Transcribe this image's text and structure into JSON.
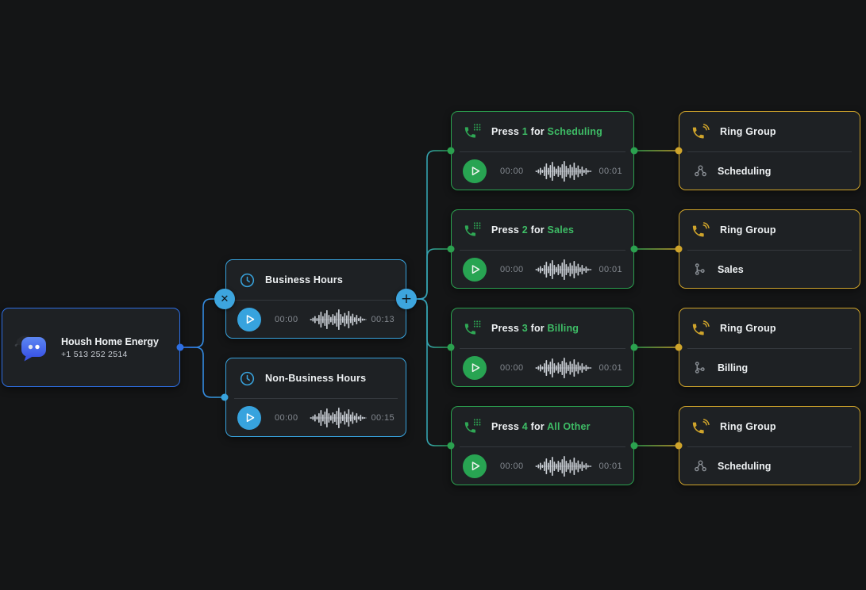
{
  "colors": {
    "royal_blue": "#2e6fe4",
    "sky_blue": "#38a3dd",
    "green": "#2ba14f",
    "green_text": "#3ebd66",
    "gold": "#cfa42b"
  },
  "company_node": {
    "title": "Housh Home Energy",
    "phone": "+1 513 252 2514"
  },
  "hours_nodes": [
    {
      "label": "Business Hours",
      "player": {
        "elapsed": "00:00",
        "duration": "00:13"
      }
    },
    {
      "label": "Non-Business Hours",
      "player": {
        "elapsed": "00:00",
        "duration": "00:15"
      }
    }
  ],
  "menu_nodes": [
    {
      "press": "Press",
      "key": "1",
      "for": "for",
      "target": "Scheduling",
      "player": {
        "elapsed": "00:00",
        "duration": "00:01"
      }
    },
    {
      "press": "Press",
      "key": "2",
      "for": "for",
      "target": "Sales",
      "player": {
        "elapsed": "00:00",
        "duration": "00:01"
      }
    },
    {
      "press": "Press",
      "key": "3",
      "for": "for",
      "target": "Billing",
      "player": {
        "elapsed": "00:00",
        "duration": "00:01"
      }
    },
    {
      "press": "Press",
      "key": "4",
      "for": "for",
      "target": "All Other",
      "player": {
        "elapsed": "00:00",
        "duration": "00:01"
      }
    }
  ],
  "ring_group_nodes": [
    {
      "title": "Ring Group",
      "target": "Scheduling",
      "icon": "members-icon"
    },
    {
      "title": "Ring Group",
      "target": "Sales",
      "icon": "branch-icon"
    },
    {
      "title": "Ring Group",
      "target": "Billing",
      "icon": "branch-icon"
    },
    {
      "title": "Ring Group",
      "target": "Scheduling",
      "icon": "members-icon"
    }
  ],
  "controls": {
    "delete_glyph": "✕",
    "add_glyph": "+"
  }
}
